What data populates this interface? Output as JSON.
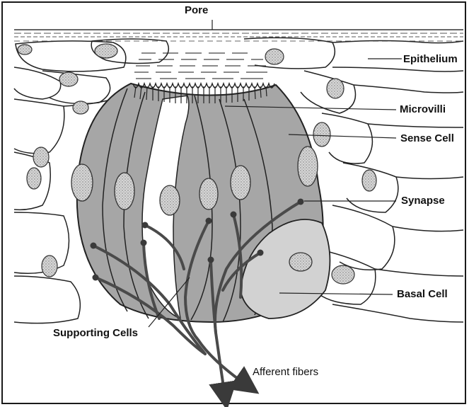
{
  "labels": {
    "pore": "Pore",
    "epithelium": "Epithelium",
    "microvilli": "Microvilli",
    "sense_cell": "Sense Cell",
    "synapse": "Synapse",
    "basal_cell": "Basal Cell",
    "supporting_cells": "Supporting Cells",
    "afferent_fibers": "Afferent fibers"
  },
  "colors": {
    "cell_gray": "#a6a6a6",
    "sense_cell_gray": "#9a9a9a",
    "basal_gray": "#d2d2d2",
    "nerve": "#4a4a4a",
    "line": "#222222",
    "nucleus_fill": "#cfcfcf"
  }
}
